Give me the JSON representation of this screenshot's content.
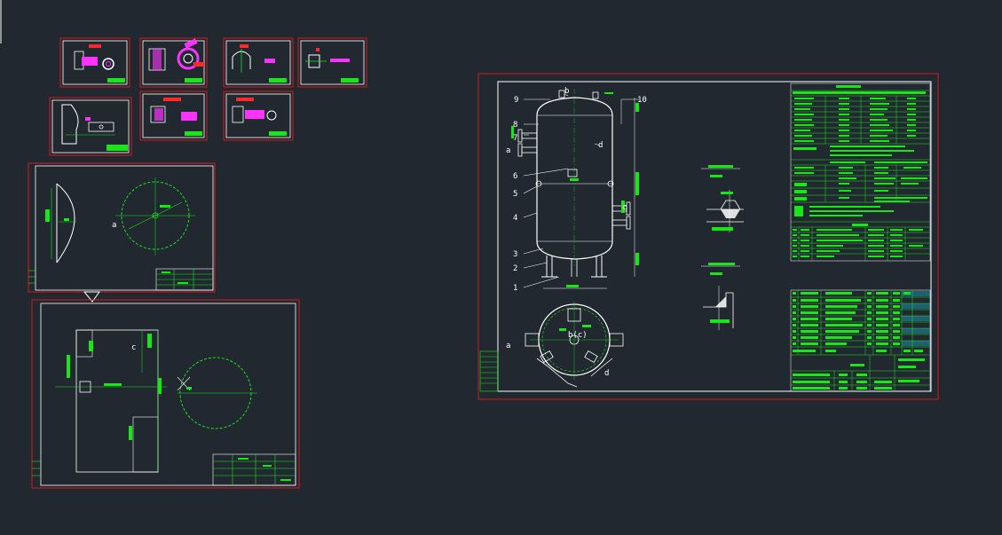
{
  "colors": {
    "background": "#212830",
    "frame_red": "#d41a1a",
    "sheet_white": "#ffffff",
    "geometry_green": "#19e619",
    "dimension_magenta": "#ff33ff",
    "highlight_red": "#ff2a2a"
  },
  "vessel_labels": {
    "n1": "1",
    "n2": "2",
    "n3": "3",
    "n4": "4",
    "n5": "5",
    "n6": "6",
    "n7": "7",
    "n8": "8",
    "n9": "9",
    "n10": "10",
    "b": "b",
    "d": "d",
    "a": "a",
    "c": "c",
    "d2": "d",
    "a2": "a",
    "bc": "b(c)"
  },
  "head_drawing_labels": {
    "mark_a": "a"
  },
  "shell_drawing_labels": {
    "mark_c": "c"
  }
}
